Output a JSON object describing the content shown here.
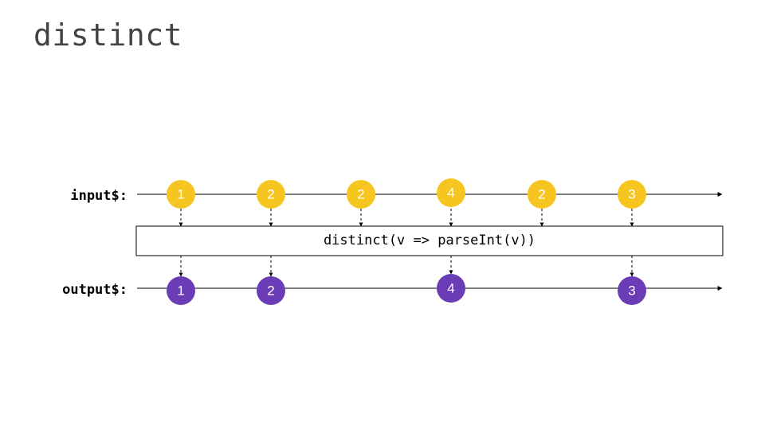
{
  "title": "distinct",
  "operator": "distinct(v => parseInt(v))",
  "streams": {
    "input": {
      "label": "input$:",
      "color": "#F7C51F",
      "values": [
        "1",
        "2",
        "2",
        "4",
        "2",
        "3"
      ]
    },
    "output": {
      "label": "output$:",
      "color": "#6A3CB5",
      "values": [
        "1",
        "2",
        "4",
        "3"
      ],
      "source_indices": [
        0,
        1,
        3,
        5
      ]
    }
  }
}
